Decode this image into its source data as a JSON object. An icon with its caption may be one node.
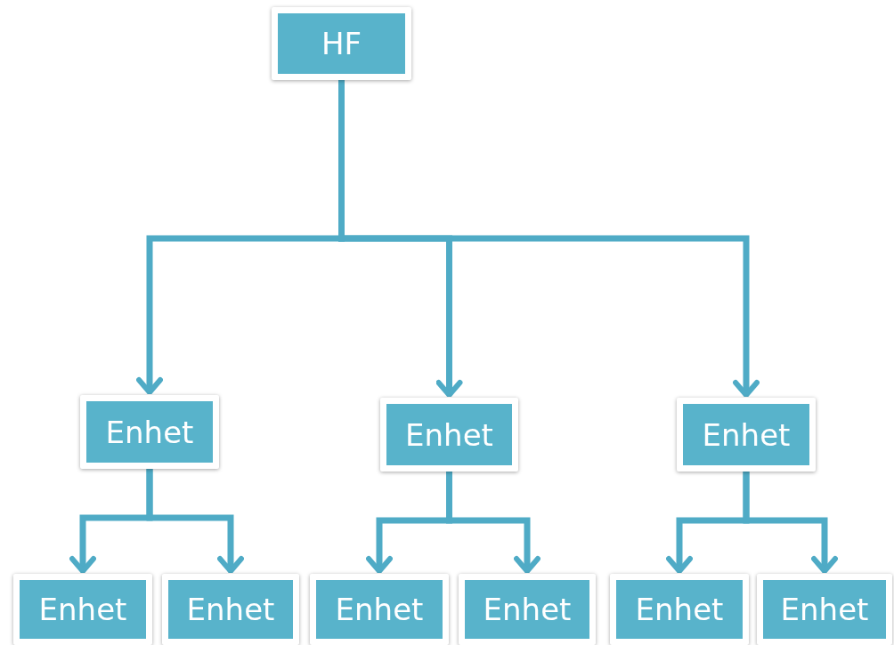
{
  "diagram": {
    "nodes": [
      {
        "text": [
          "HF"
        ]
      },
      {
        "text": [
          "Enhet"
        ]
      },
      {
        "text": [
          "Enhet"
        ]
      },
      {
        "text": [
          "Enhet"
        ]
      },
      {
        "text": [
          "Enhet"
        ]
      },
      {
        "text": [
          "Enhet"
        ]
      },
      {
        "text": [
          "Enhet"
        ]
      },
      {
        "text": [
          "Enhet"
        ]
      },
      {
        "text": [
          "Enhet"
        ]
      },
      {
        "text": [
          "Enhet"
        ]
      }
    ],
    "edges": [
      {
        "from": 0,
        "to": 1,
        "arrow": "to"
      },
      {
        "from": 0,
        "to": 2,
        "arrow": "to"
      },
      {
        "from": 0,
        "to": 3,
        "arrow": "to"
      },
      {
        "from": 1,
        "to": 4,
        "arrow": "to"
      },
      {
        "from": 1,
        "to": 5,
        "arrow": "to"
      },
      {
        "from": 2,
        "to": 6,
        "arrow": "to"
      },
      {
        "from": 2,
        "to": 7,
        "arrow": "to"
      },
      {
        "from": 3,
        "to": 8,
        "arrow": "to"
      },
      {
        "from": 3,
        "to": 9,
        "arrow": "to"
      }
    ]
  }
}
